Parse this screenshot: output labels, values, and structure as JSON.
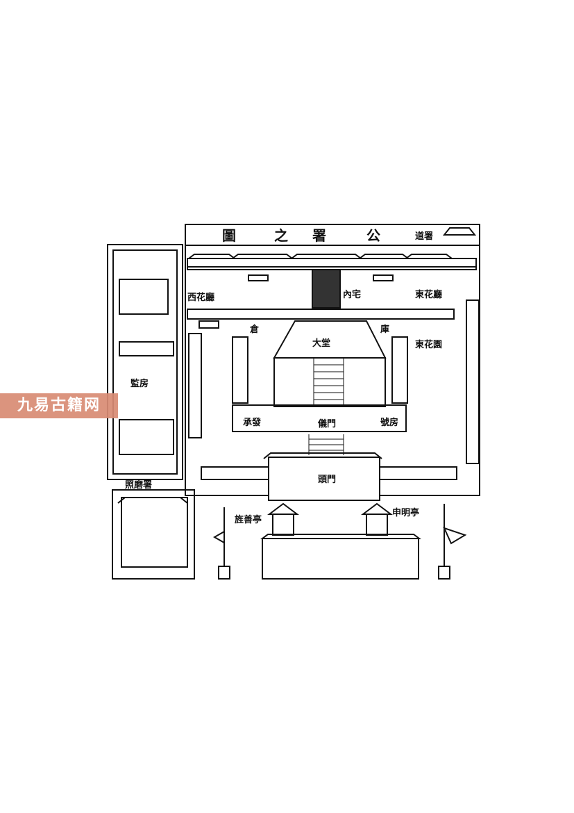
{
  "title": "公署之圖",
  "title_chars": [
    "公",
    "署",
    "之",
    "圖"
  ],
  "labels": {
    "daoshu": "道署",
    "west_hall": "西花廳",
    "inner_residence": "內宅",
    "east_hall": "東花廳",
    "granary": "倉",
    "treasury": "庫",
    "main_hall": "大堂",
    "east_garden": "東花園",
    "chengfa": "承發",
    "yimen": "儀門",
    "haofang": "號房",
    "jianfang": "監房",
    "zhaomo": "照磨署",
    "toumen": "頭門",
    "jingshan": "旌善亭",
    "shenming": "申明亭"
  },
  "watermark": "九易古籍网"
}
